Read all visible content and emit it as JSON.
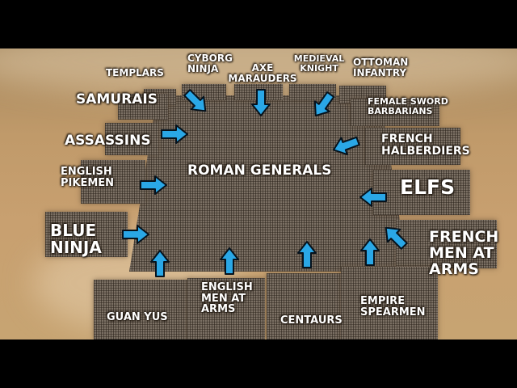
{
  "center_label": "ROMAN GENERALS",
  "colors": {
    "arrow_fill": "#2aa7e6",
    "arrow_stroke": "#06121c",
    "label_text": "#ffffff"
  },
  "units": {
    "templars": "TEMPLARS",
    "cyborg_ninja": "CYBORG NINJA",
    "axe_marauders": "AXE MARAUDERS",
    "medieval_knight": "MEDIEVAL KNIGHT",
    "ottoman_infantry": "OTTOMAN INFANTRY",
    "samurais": "SAMURAIS",
    "female_sword_barbarians": "FEMALE SWORD BARBARIANS",
    "assassins": "ASSASSINS",
    "french_halberdiers": "FRENCH HALBERDIERS",
    "english_pikemen": "ENGLISH PIKEMEN",
    "elfs": "ELFS",
    "blue_ninja": "BLUE NINJA",
    "french_men_at_arms": "FRENCH MEN AT ARMS",
    "guan_yus": "GUAN YUS",
    "english_men_at_arms": "ENGLISH MEN AT ARMS",
    "centaurs": "CENTAURS",
    "empire_spearmen": "EMPIRE SPEARMEN"
  },
  "arrows": [
    {
      "id": "cyborg-ninja",
      "direction_deg": 45
    },
    {
      "id": "axe-marauders",
      "direction_deg": 90
    },
    {
      "id": "medieval-knight",
      "direction_deg": 125
    },
    {
      "id": "samurais",
      "direction_deg": 0
    },
    {
      "id": "female-sword-barbarians",
      "direction_deg": 160
    },
    {
      "id": "assassins",
      "direction_deg": 0
    },
    {
      "id": "english-pikemen",
      "direction_deg": 0
    },
    {
      "id": "elfs",
      "direction_deg": 180
    },
    {
      "id": "blue-ninja",
      "direction_deg": 0
    },
    {
      "id": "french-men-at-arms",
      "direction_deg": 225
    },
    {
      "id": "guan-yus",
      "direction_deg": 270
    },
    {
      "id": "english-men-at-arms",
      "direction_deg": 270
    },
    {
      "id": "centaurs",
      "direction_deg": 270
    },
    {
      "id": "empire-spearmen",
      "direction_deg": 270
    }
  ]
}
